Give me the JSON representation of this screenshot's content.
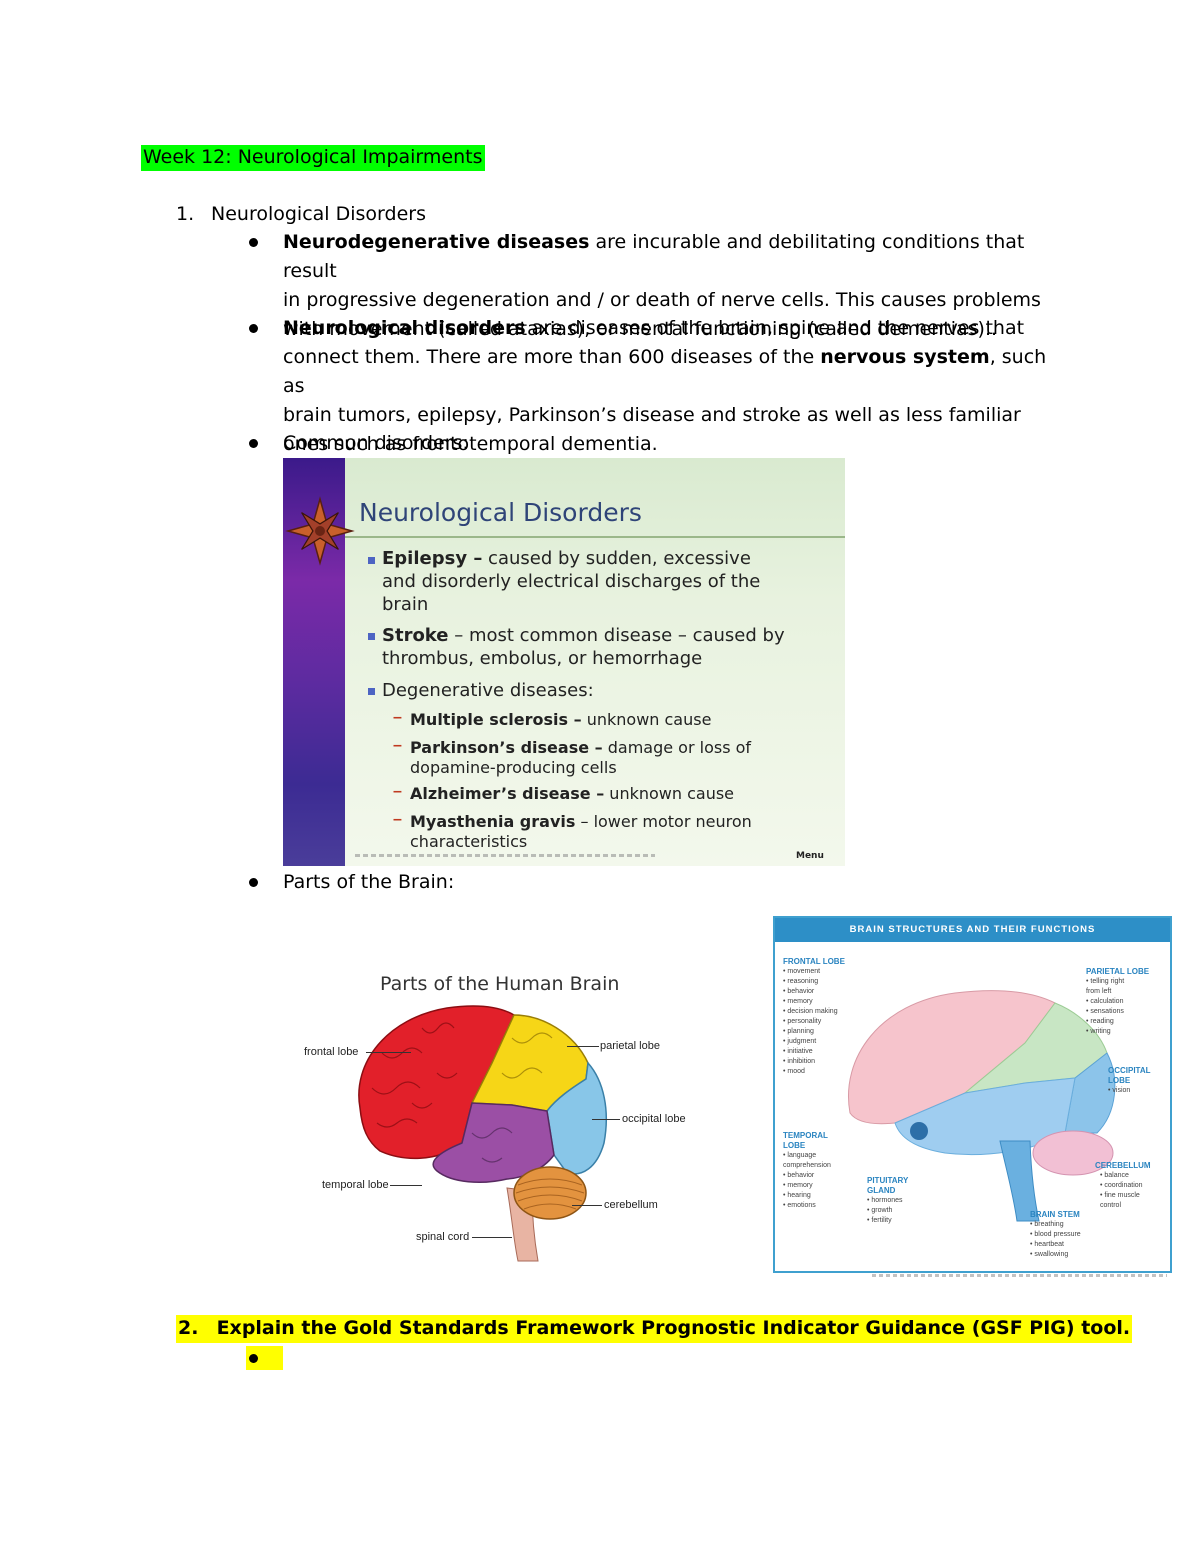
{
  "title": "Week 12: Neurological Impairments",
  "section1": {
    "number": "1.",
    "heading": "Neurological Disorders",
    "bullets": {
      "b1_bold": "Neurodegenerative diseases",
      "b1_line1": " are incurable and debilitating conditions that result",
      "b1_line2": "in progressive degeneration and / or death of nerve cells. This causes problems",
      "b1_line3": "with movement (called ataxias), or mental functioning (called dementias)..",
      "b2_bold": "Neurological disorders",
      "b2_line1": " are diseases of the brain, spine and the nerves that",
      "b2_line2a": "connect them. There are more than 600 diseases of the ",
      "b2_line2b": "nervous system",
      "b2_line2c": ", such as",
      "b2_line3": "brain tumors, epilepsy, Parkinson’s disease and stroke as well as less familiar",
      "b2_line4": "ones such as frontotemporal dementia.",
      "b3": "Common disorders:",
      "b4": "Parts of the Brain:"
    }
  },
  "slide": {
    "title": "Neurological Disorders",
    "epilepsy_bold": "Epilepsy –",
    "epilepsy_1": " caused by sudden, excessive",
    "epilepsy_2": "and disorderly electrical discharges of the",
    "epilepsy_3": "brain",
    "stroke_bold": "Stroke",
    "stroke_1": " – most common disease – caused by",
    "stroke_2": "thrombus, embolus, or hemorrhage",
    "degen": "Degenerative diseases:",
    "ms_bold": "Multiple sclerosis –",
    "ms": " unknown cause",
    "pd_bold": "Parkinson’s disease –",
    "pd_1": " damage or loss of",
    "pd_2": "dopamine-producing cells",
    "ad_bold": "Alzheimer’s disease –",
    "ad": " unknown cause",
    "mg_bold": "Myasthenia gravis",
    "mg_1": " – lower motor neuron",
    "mg_2": "characteristics",
    "footer_menu": "Menu"
  },
  "brain_figure": {
    "title": "Parts of the Human Brain",
    "labels": {
      "frontal": "frontal lobe",
      "parietal": "parietal lobe",
      "occipital": "occipital lobe",
      "temporal": "temporal lobe",
      "cerebellum": "cerebellum",
      "spinal": "spinal cord"
    }
  },
  "structures_chart": {
    "header": "BRAIN STRUCTURES AND THEIR FUNCTIONS",
    "frontal": {
      "title": "FRONTAL LOBE",
      "items": [
        "• movement",
        "• reasoning",
        "• behavior",
        "• memory",
        "• decision making",
        "• personality",
        "• planning",
        "• judgment",
        "• initiative",
        "• inhibition",
        "• mood"
      ]
    },
    "parietal": {
      "title": "PARIETAL LOBE",
      "items": [
        "• telling right",
        "  from left",
        "• calculation",
        "• sensations",
        "• reading",
        "• writing"
      ]
    },
    "occipital": {
      "title1": "OCCIPITAL",
      "title2": "LOBE",
      "items": [
        "• vision"
      ]
    },
    "temporal": {
      "title1": "TEMPORAL",
      "title2": "LOBE",
      "items": [
        "• language",
        "  comprehension",
        "• behavior",
        "• memory",
        "• hearing",
        "• emotions"
      ]
    },
    "pituitary": {
      "title1": "PITUITARY",
      "title2": "GLAND",
      "items": [
        "• hormones",
        "• growth",
        "• fertility"
      ]
    },
    "cerebellum": {
      "title": "CEREBELLUM",
      "items": [
        "• balance",
        "• coordination",
        "• fine muscle",
        "  control"
      ]
    },
    "brainstem": {
      "title": "BRAIN STEM",
      "items": [
        "• breathing",
        "• blood pressure",
        "• heartbeat",
        "• swallowing"
      ]
    }
  },
  "section2": {
    "number": "2.",
    "heading": "Explain the Gold Standards Framework Prognostic Indicator Guidance (GSF PIG) tool."
  },
  "colors": {
    "title_highlight": "#00ff00",
    "question_highlight": "#ffff00"
  }
}
